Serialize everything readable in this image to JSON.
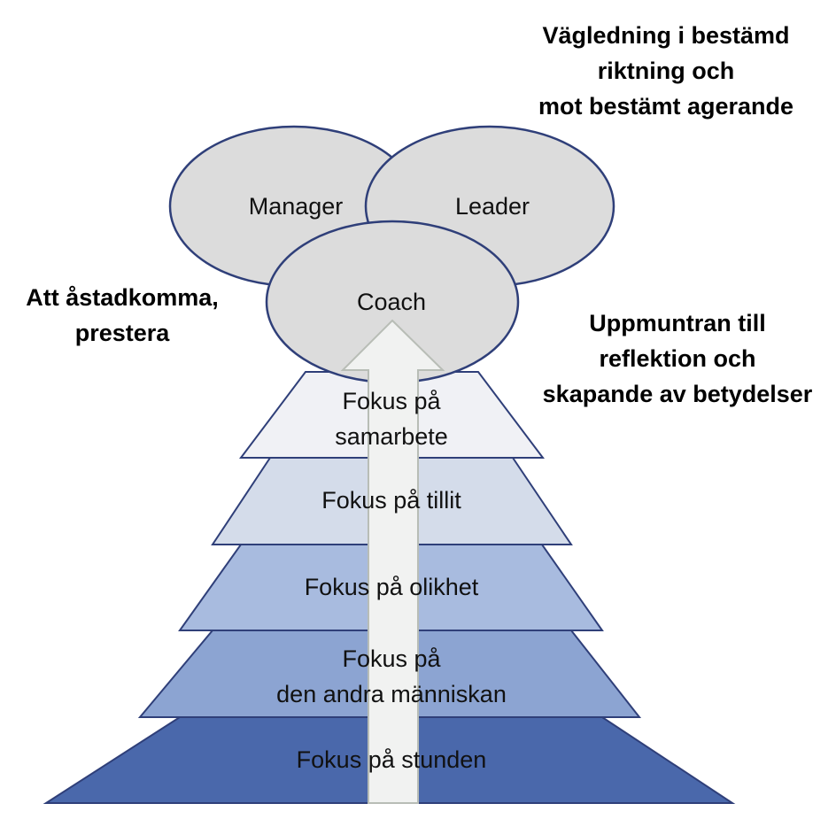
{
  "colors": {
    "outline": "#2f3f79",
    "ellipse_fill": "#dcdcdc",
    "arrow_fill": "#f1f2f1",
    "arrow_stroke": "#b8bdb6",
    "tier_fills": [
      "#f0f1f5",
      "#d4dcea",
      "#a8bbdf",
      "#8ca4d2",
      "#4a68ab"
    ]
  },
  "roles": {
    "manager": "Manager",
    "leader": "Leader",
    "coach": "Coach"
  },
  "pyramid": {
    "tiers": [
      {
        "lines": [
          "Fokus på",
          "samarbete"
        ]
      },
      {
        "lines": [
          "Fokus på tillit"
        ]
      },
      {
        "lines": [
          "Fokus på olikhet"
        ]
      },
      {
        "lines": [
          "Fokus på",
          "den andra människan"
        ]
      },
      {
        "lines": [
          "Fokus på stunden"
        ]
      }
    ]
  },
  "notes": {
    "top_right": [
      "Vägledning i bestämd",
      "riktning och",
      "mot bestämt agerande"
    ],
    "left": [
      "Att åstadkomma,",
      "prestera"
    ],
    "right": [
      "Uppmuntran till",
      "reflektion och",
      "skapande av betydelser"
    ]
  }
}
